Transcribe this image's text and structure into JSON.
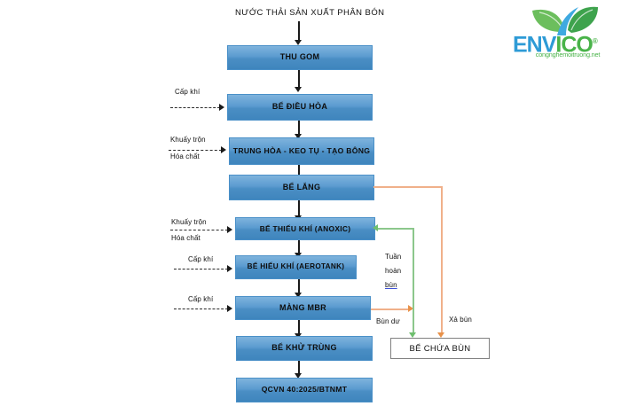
{
  "diagram": {
    "title": "NƯỚC THẢI SẢN XUẤT PHÂN BÓN",
    "process_boxes": [
      {
        "id": "thu-gom",
        "label": "THU GOM"
      },
      {
        "id": "be-dieu-hoa",
        "label": "BỂ ĐIỀU HÒA"
      },
      {
        "id": "trung-hoa",
        "label": "TRUNG HÒA - KEO TỤ - TẠO BÔNG"
      },
      {
        "id": "be-lang",
        "label": "BỂ LẮNG"
      },
      {
        "id": "be-thieu-khi",
        "label": "BỂ THIẾU KHÍ (ANOXIC)"
      },
      {
        "id": "be-hieu-khi",
        "label": "BỂ HIẾU KHÍ (AEROTANK)"
      },
      {
        "id": "mang-mbr",
        "label": "MÀNG MBR"
      },
      {
        "id": "be-khu-trung",
        "label": "BỂ KHỬ TRÙNG"
      },
      {
        "id": "qcvn",
        "label": "QCVN 40:2025/BTNMT"
      }
    ],
    "sludge_tank": {
      "label": "BỂ CHỨA BÙN"
    },
    "input_labels": [
      {
        "id": "cap-khi-1",
        "line1": "Cấp khí",
        "line2": ""
      },
      {
        "id": "hoa-chat-1",
        "line1": "Khuấy trộn",
        "line2": "Hóa chất"
      },
      {
        "id": "hoa-chat-2",
        "line1": "Khuấy trộn",
        "line2": "Hóa chất"
      },
      {
        "id": "cap-khi-2",
        "line1": "Cấp khí",
        "line2": ""
      },
      {
        "id": "cap-khi-3",
        "line1": "Cấp khí",
        "line2": ""
      }
    ],
    "flow_labels": {
      "recirculation_l1": "Tuần",
      "recirculation_l2": "hoàn",
      "recirculation_l3": "bùn",
      "excess_sludge": "Bùn dư",
      "sludge_discharge": "Xả bùn"
    },
    "colors": {
      "box_fill_top": "#7EB3DD",
      "box_fill_bottom": "#3F85BD",
      "box_border": "#4A90C8",
      "recirculation_line": "#8CC78C",
      "sludge_line": "#F0B08A",
      "arrow": "#1a1a1a"
    }
  },
  "logo": {
    "brand_en": "EN",
    "brand_v": "V",
    "brand_ico": "ICO",
    "registered": "®",
    "tagline": "congnghemoitruong.net"
  }
}
